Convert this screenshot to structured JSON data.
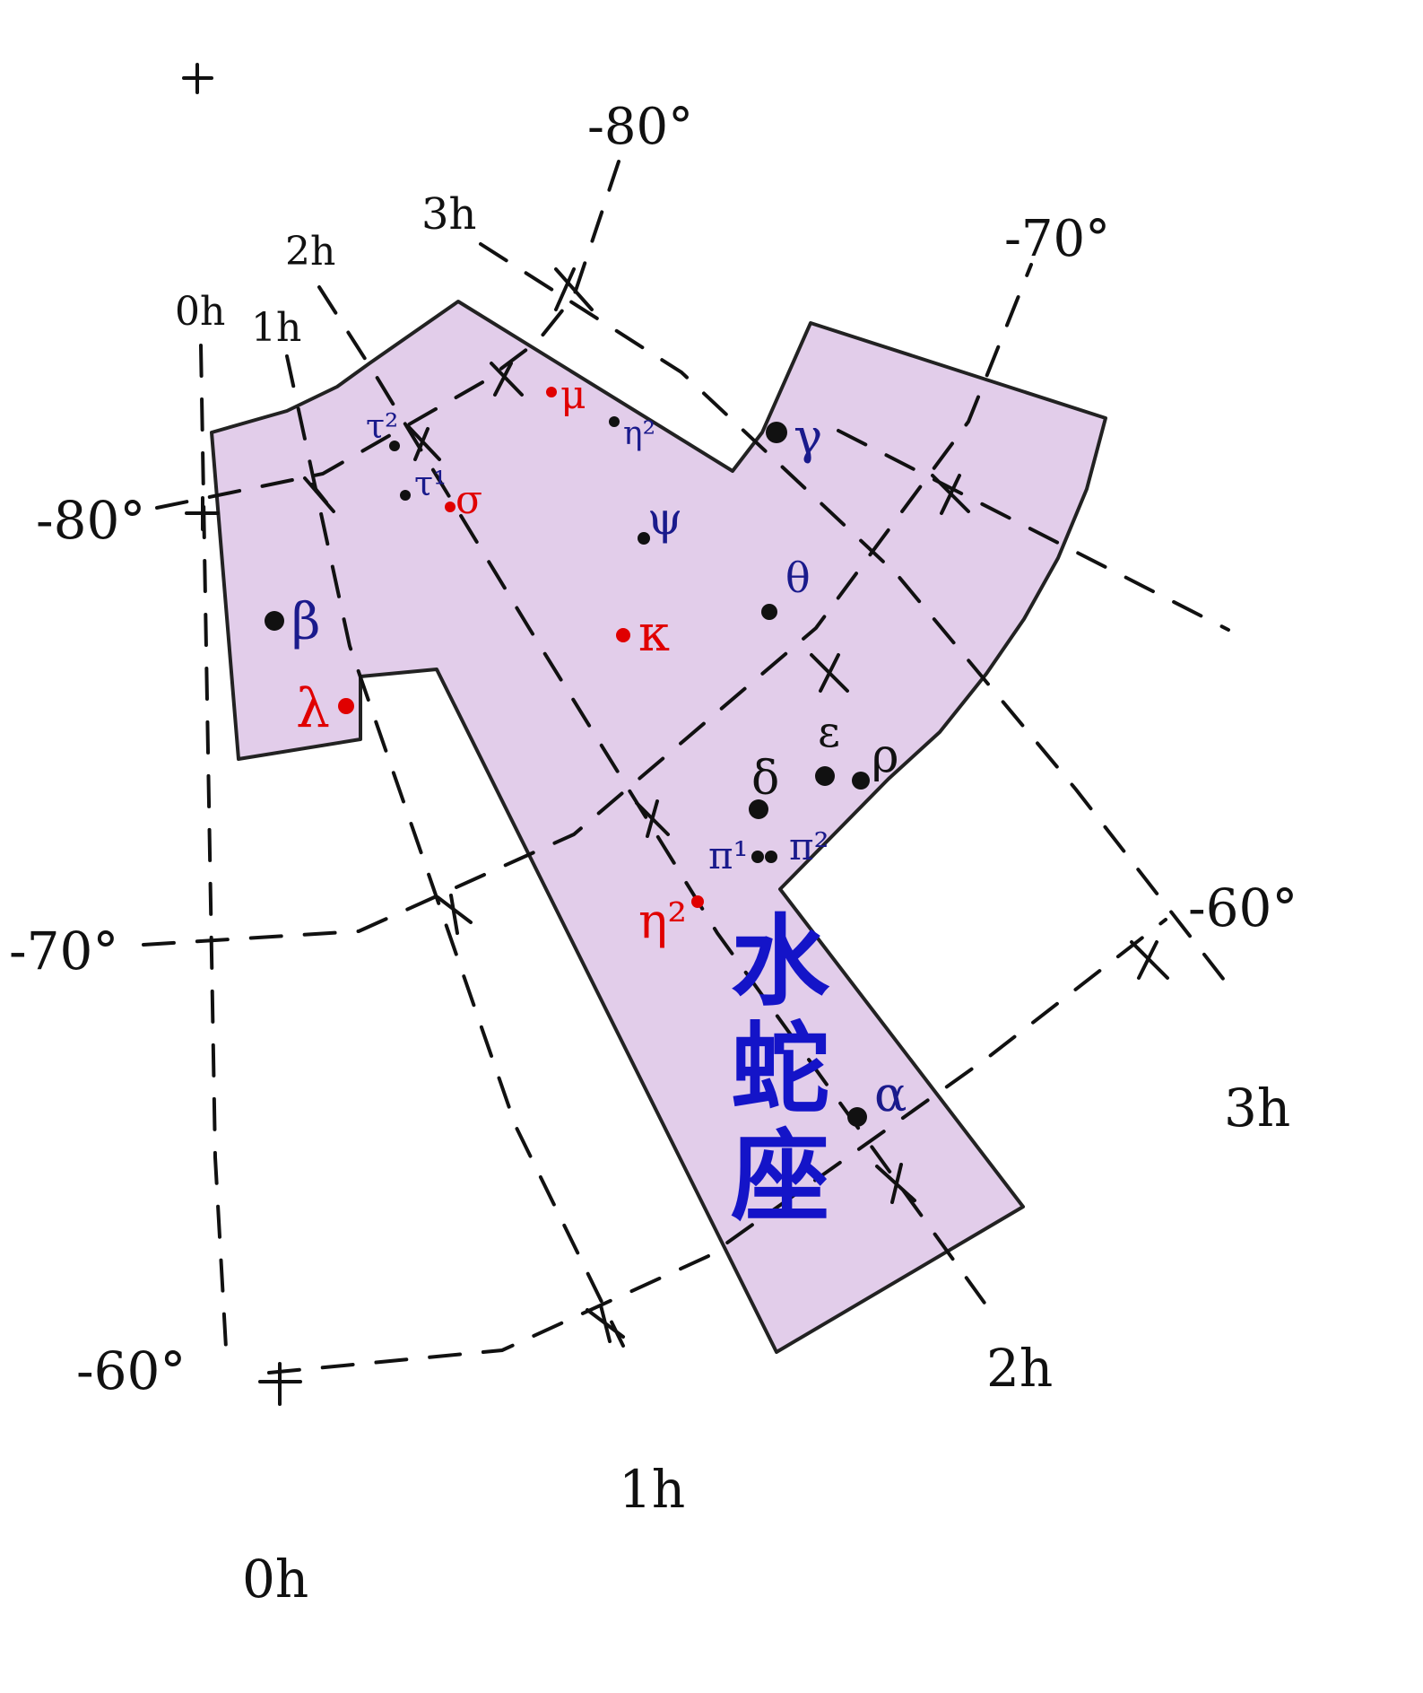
{
  "map": {
    "constellation_name": "水蛇座",
    "ra_labels": [
      "0h",
      "1h",
      "2h",
      "3h"
    ],
    "dec_labels": [
      "-80°",
      "-70°",
      "-60°"
    ],
    "colors": {
      "region_fill": "#e2cdea",
      "name": "#1414c8",
      "star_label_dark": "#1a1a8c",
      "star_label_red": "#e00000",
      "ink": "#111111"
    },
    "stars": [
      {
        "label": "β",
        "kind": "dark"
      },
      {
        "label": "λ",
        "kind": "red"
      },
      {
        "label": "τ²",
        "kind": "dark"
      },
      {
        "label": "τ¹",
        "kind": "dark"
      },
      {
        "label": "σ",
        "kind": "red"
      },
      {
        "label": "μ",
        "kind": "red"
      },
      {
        "label": "η²",
        "kind": "dark"
      },
      {
        "label": "γ",
        "kind": "dark"
      },
      {
        "label": "ψ",
        "kind": "dark"
      },
      {
        "label": "θ",
        "kind": "dark"
      },
      {
        "label": "κ",
        "kind": "red"
      },
      {
        "label": "δ",
        "kind": "dark"
      },
      {
        "label": "ε",
        "kind": "dark"
      },
      {
        "label": "ρ",
        "kind": "dark"
      },
      {
        "label": "π¹",
        "kind": "dark"
      },
      {
        "label": "π²",
        "kind": "dark"
      },
      {
        "label": "η²",
        "kind": "red"
      },
      {
        "label": "α",
        "kind": "dark"
      }
    ]
  }
}
